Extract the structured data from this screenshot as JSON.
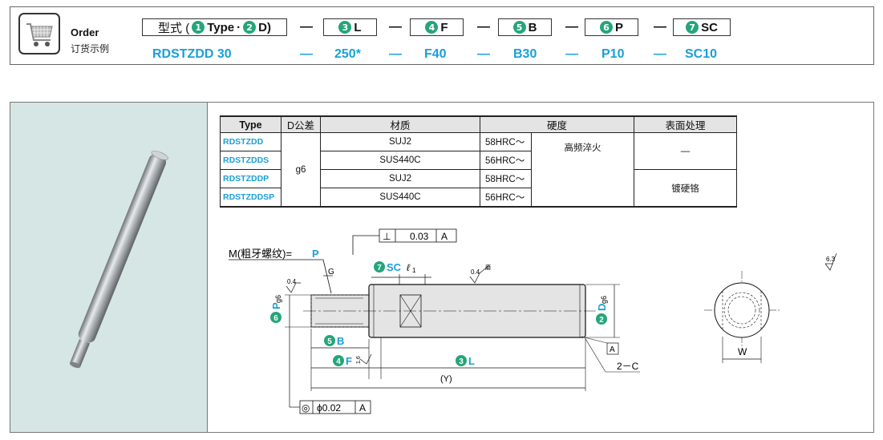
{
  "order": {
    "title_en": "Order",
    "title_cn": "订货示例",
    "type_label_prefix": "型式 (",
    "type_label_t": "Type",
    "type_label_sep": "·",
    "type_label_d": "D)",
    "circ1": "1",
    "circ2": "2",
    "items": [
      {
        "circ": "3",
        "label": "L",
        "value": "250*"
      },
      {
        "circ": "4",
        "label": "F",
        "value": "F40"
      },
      {
        "circ": "5",
        "label": "B",
        "value": "B30"
      },
      {
        "circ": "6",
        "label": "P",
        "value": "P10"
      },
      {
        "circ": "7",
        "label": "SC",
        "value": "SC10"
      }
    ],
    "type_value": "RDSTZDD 30",
    "dash": "—"
  },
  "table": {
    "headers": [
      "Type",
      "D公差",
      "材质",
      "硬度",
      "表面处理"
    ],
    "rows": [
      {
        "type": "RDSTZDD",
        "material": "SUJ2",
        "hardness": "58HRC〜"
      },
      {
        "type": "RDSTZDDS",
        "material": "SUS440C",
        "hardness": "56HRC〜"
      },
      {
        "type": "RDSTZDDP",
        "material": "SUJ2",
        "hardness": "58HRC〜"
      },
      {
        "type": "RDSTZDDSP",
        "material": "SUS440C",
        "hardness": "56HRC〜"
      }
    ],
    "d_tol": "g6",
    "heat": "高频淬火",
    "surface_none": "—",
    "surface_plating": "镀硬铬"
  },
  "drawing": {
    "thread_label": "M(粗牙螺纹)=",
    "thread_p": "P",
    "perp_symbol": "⊥",
    "perp_value": "0.03",
    "datum": "A",
    "sc_circ": "7",
    "sc_label": "SC",
    "l1_label": "ℓ",
    "l1_sub": "1",
    "g_label": "G",
    "rough_04": "0.4",
    "rough_grind": "磨",
    "rough_63": "6.3",
    "rough_16": "1.6",
    "p_circ": "6",
    "p_label": "P",
    "p_tol": "g6",
    "d_circ": "2",
    "d_label": "D",
    "d_tol": "g6",
    "b_circ": "5",
    "b_label": "B",
    "f_circ": "4",
    "f_label": "F",
    "l_circ": "3",
    "l_label": "L",
    "y_label": "(Y)",
    "chamfer": "2－C",
    "conc_symbol": "◎",
    "conc_value": "ϕ0.02",
    "w_label": "W"
  }
}
